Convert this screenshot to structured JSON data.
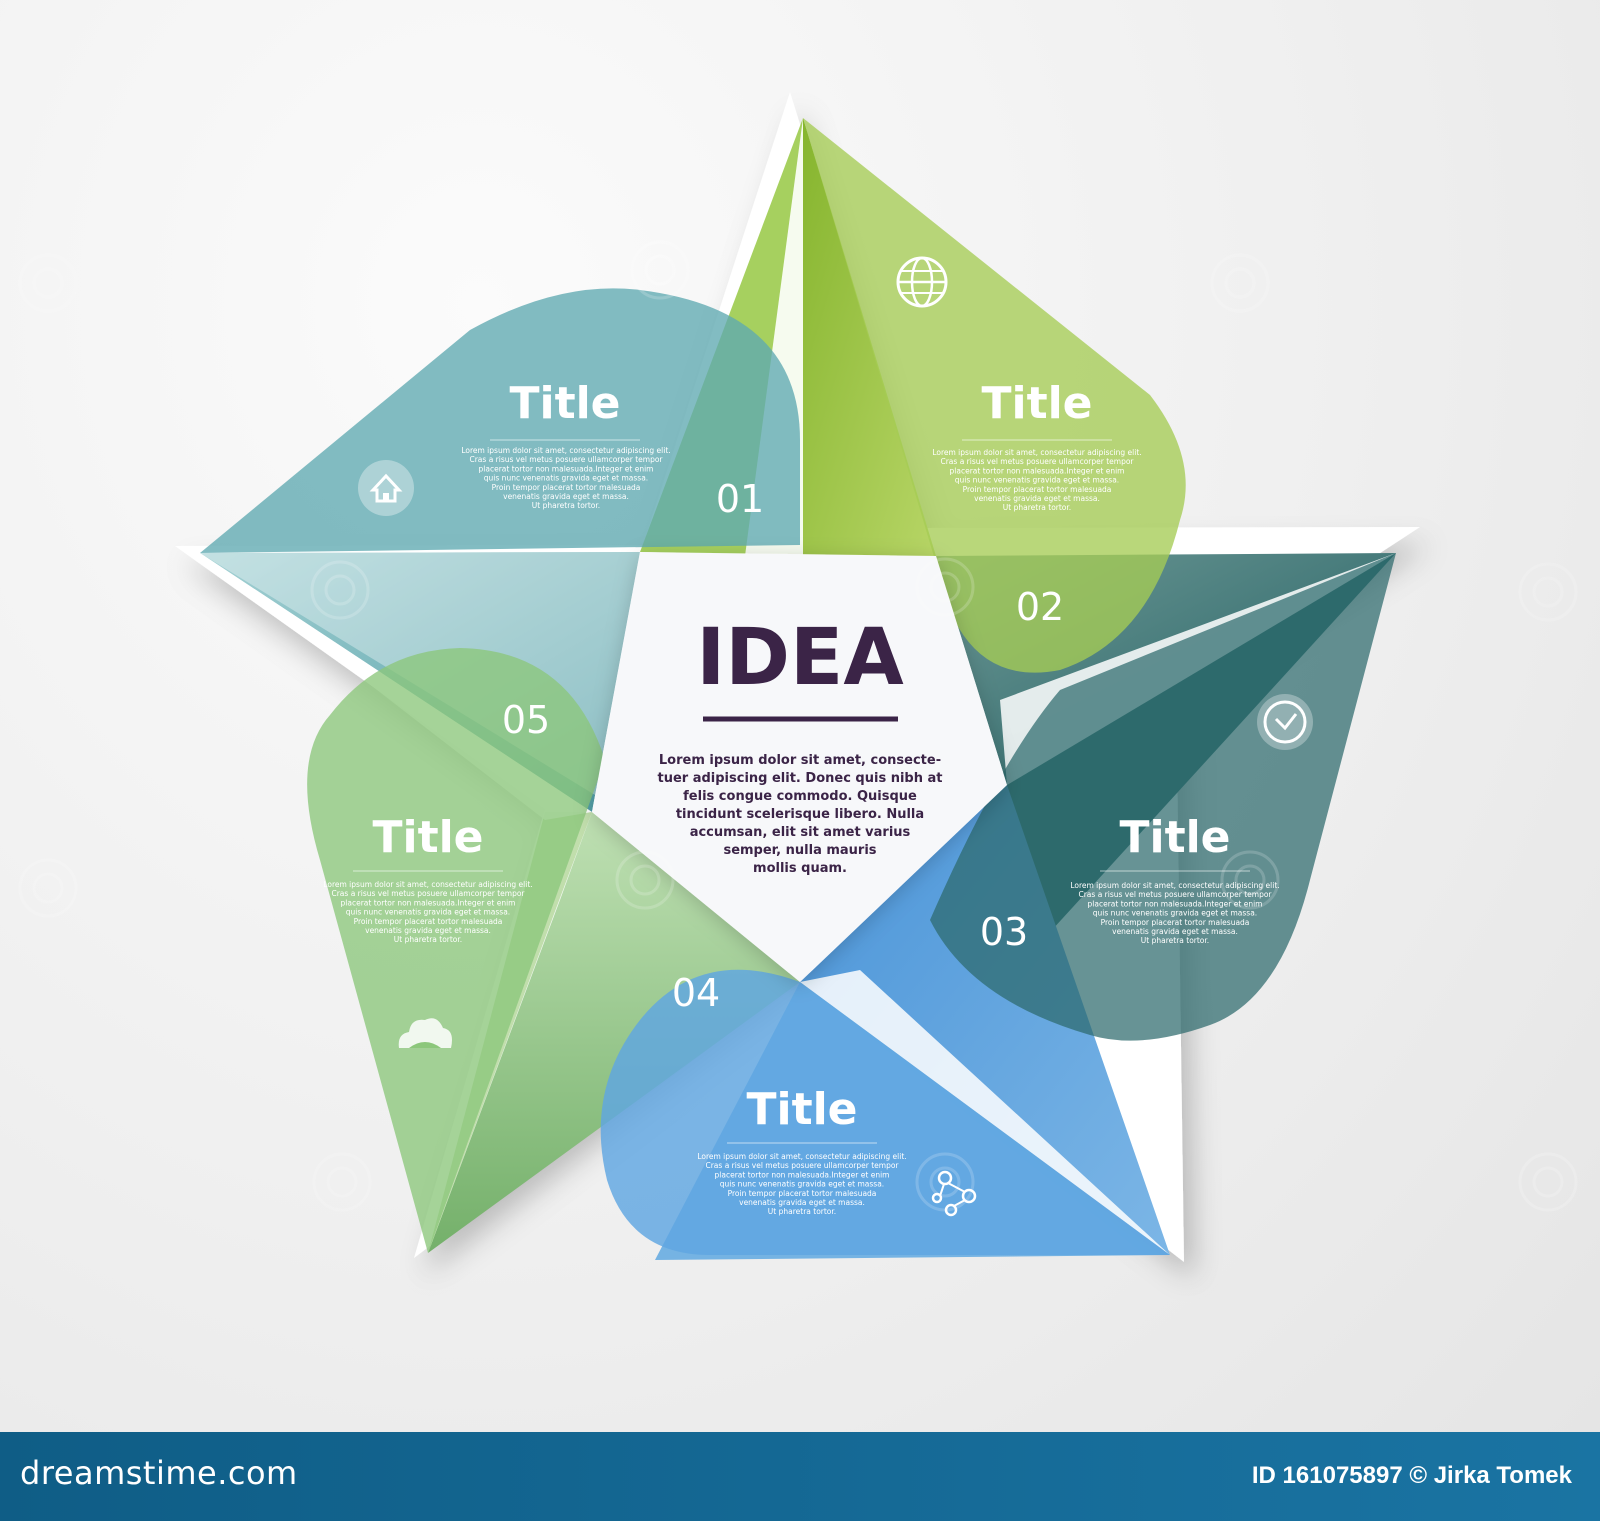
{
  "center": {
    "heading": "IDEA",
    "text_lines": [
      "Lorem ipsum dolor sit amet, consecte-",
      "tuer adipiscing elit. Donec quis nibh at",
      "felis congue commodo. Quisque",
      "tincidunt scelerisque libero. Nulla",
      "accumsan, elit sit amet varius",
      "semper, nulla mauris",
      "mollis quam."
    ]
  },
  "items": [
    {
      "number": "01",
      "title": "Title",
      "icon": "home-icon",
      "color": "#5aa5ad"
    },
    {
      "number": "02",
      "title": "Title",
      "icon": "globe-icon",
      "color": "#9fc44d"
    },
    {
      "number": "03",
      "title": "Title",
      "icon": "clock-icon",
      "color": "#2c6b6e"
    },
    {
      "number": "04",
      "title": "Title",
      "icon": "network-icon",
      "color": "#5ea3dc"
    },
    {
      "number": "05",
      "title": "Title",
      "icon": "cloud-icon",
      "color": "#89c47b"
    }
  ],
  "body_text_lines": [
    "Lorem ipsum dolor sit amet, consectetur adipiscing elit.",
    "Cras a risus vel metus posuere ullamcorper tempor",
    "placerat tortor non malesuada.Integer et enim",
    "quis nunc venenatis gravida eget et massa.",
    "Proin tempor placerat tortor  malesuada",
    "venenatis gravida eget et massa.",
    "Ut pharetra tortor."
  ],
  "watermark": "dreamstime",
  "footer": {
    "brand": "dreamstime.com",
    "credit": "ID 161075897 © Jirka Tomek"
  }
}
